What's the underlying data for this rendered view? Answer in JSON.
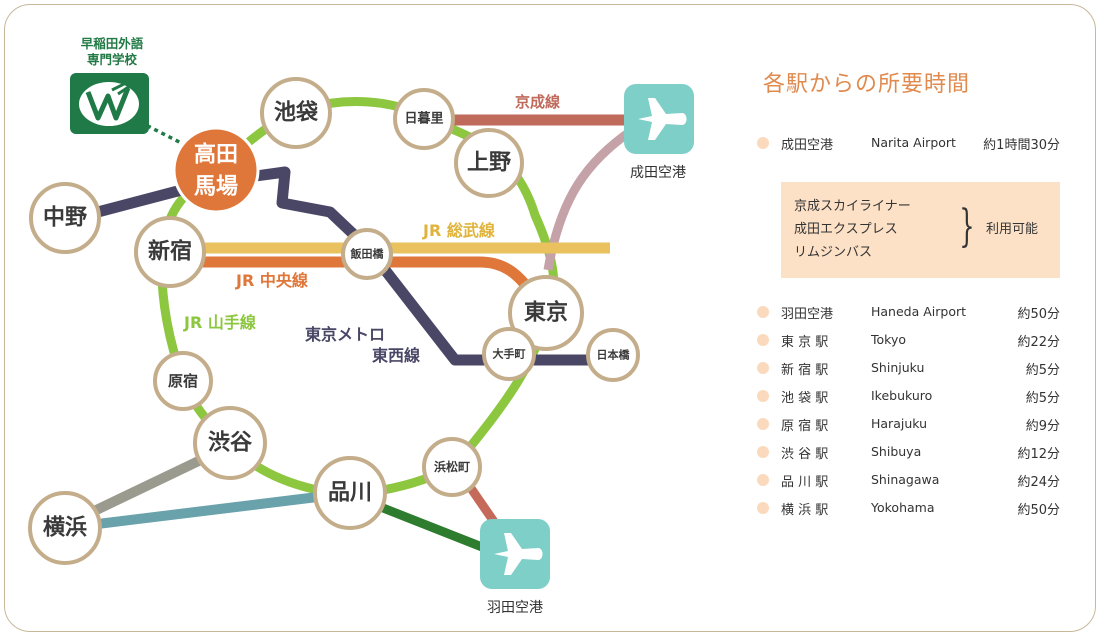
{
  "school": {
    "name_line1": "早稲田外語",
    "name_line2": "専門学校",
    "logo_color": "#1f7a47"
  },
  "lines": {
    "keisei": "京成線",
    "sobu": "JR 総武線",
    "chuo": "JR 中央線",
    "yamanote": "JR 山手線",
    "tozai_line1": "東京メトロ",
    "tozai_line2": "東西線"
  },
  "stations": {
    "takadanobaba_1": "高田",
    "takadanobaba_2": "馬場",
    "ikebukuro": "池袋",
    "nippori": "日暮里",
    "ueno": "上野",
    "nakano": "中野",
    "shinjuku": "新宿",
    "iidabashi": "飯田橋",
    "tokyo": "東京",
    "otemachi": "大手町",
    "nihonbashi": "日本橋",
    "harajuku": "原宿",
    "shibuya": "渋谷",
    "shinagawa": "品川",
    "hamamatsucho": "浜松町",
    "yokohama": "横浜"
  },
  "airports": {
    "narita": "成田空港",
    "haneda": "羽田空港"
  },
  "colors": {
    "yamanote": "#8dc63f",
    "chuo": "#e0773a",
    "sobu": "#e9c25f",
    "tozai": "#4a4766",
    "keisei": "#c06a5c",
    "skyliner": "#c4a2a8",
    "yokosuka": "#6aa2ac",
    "tokyu": "#9a9a8e",
    "keikyu": "#2e7d2e",
    "monorail": "#c56a5a",
    "airport": "#7ecfc7",
    "station_border": "#c4ad8a",
    "accent": "#e08a4e"
  },
  "panel": {
    "title": "各駅からの所要時間",
    "narita": {
      "jp": "成田空港",
      "en": "Narita Airport",
      "time": "約1時間30分"
    },
    "box": {
      "line1": "京成スカイライナー",
      "line2": "成田エクスプレス",
      "line3": "リムジンバス",
      "note": "利用可能"
    },
    "rows": [
      {
        "jp": "羽田空港",
        "en": "Haneda Airport",
        "time": "約50分"
      },
      {
        "jp": "東 京 駅",
        "en": "Tokyo",
        "time": "約22分"
      },
      {
        "jp": "新 宿 駅",
        "en": "Shinjuku",
        "time": "約5分"
      },
      {
        "jp": "池 袋 駅",
        "en": "Ikebukuro",
        "time": "約5分"
      },
      {
        "jp": "原 宿 駅",
        "en": "Harajuku",
        "time": "約9分"
      },
      {
        "jp": "渋 谷 駅",
        "en": "Shibuya",
        "time": "約12分"
      },
      {
        "jp": "品 川 駅",
        "en": "Shinagawa",
        "time": "約24分"
      },
      {
        "jp": "横 浜 駅",
        "en": "Yokohama",
        "time": "約50分"
      }
    ]
  }
}
